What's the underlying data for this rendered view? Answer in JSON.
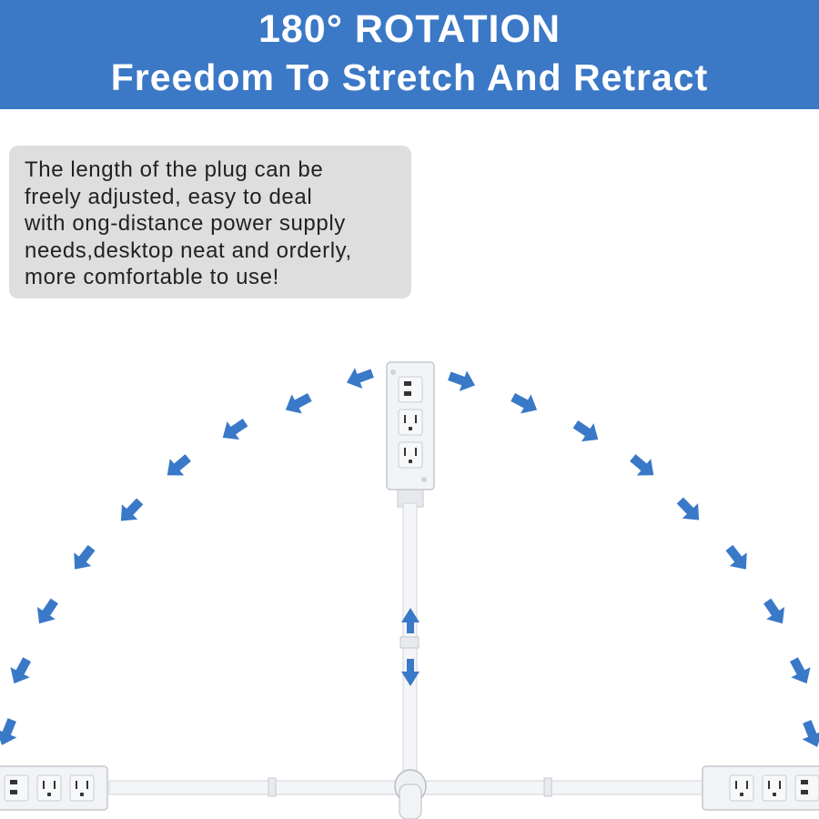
{
  "banner": {
    "title": "180° ROTATION",
    "subtitle": "Freedom To Stretch And Retract",
    "background": "#3b78c6",
    "text_color": "#ffffff"
  },
  "description": {
    "lines": [
      "The length of the plug can be",
      "freely adjusted, easy to deal",
      "with ong-distance power supply",
      "needs,desktop neat and orderly,",
      "more comfortable to use!"
    ],
    "background": "#dedede"
  },
  "illustration": {
    "arrow_color": "#3a78c8",
    "product_color": "#f2f3f5",
    "icons": [
      "rotation-arrow-icon",
      "outlet-icon",
      "usb-port-icon",
      "extend-arrow-icon",
      "pivot-knob-icon"
    ]
  }
}
